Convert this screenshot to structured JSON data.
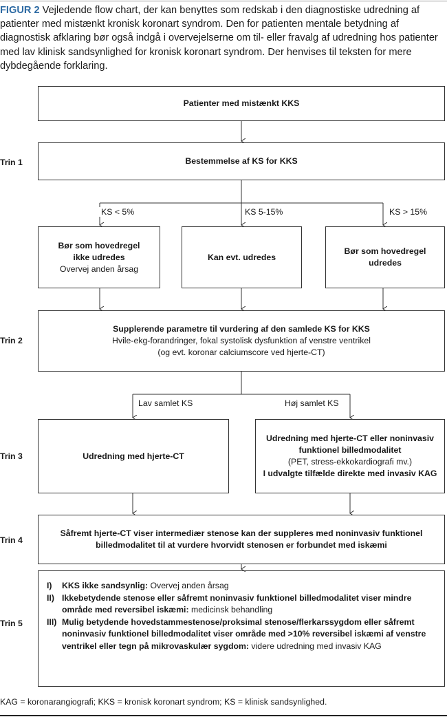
{
  "caption": {
    "figure_label": "FIGUR 2",
    "text": "Vejledende flow chart, der kan benyttes som redskab i den diagnostiske udredning af patienter med mistænkt kronisk koronart syndrom. Den for patienten mentale betydning af diagnostisk afklaring bør også indgå i overvejelserne om til- eller fravalg af udredning hos patienter med lav klinisk sandsynlighed for kronisk koronart syndrom. Der henvises til teksten for mere dybdegående forklaring."
  },
  "steps": {
    "trin1": "Trin 1",
    "trin2": "Trin 2",
    "trin3": "Trin 3",
    "trin4": "Trin 4",
    "trin5": "Trin 5"
  },
  "nodes": {
    "start": "Patienter med mistænkt KKS",
    "ks_determination": "Bestemmelse af KS for KKS",
    "low": {
      "line1": "Bør som hovedregel",
      "line2": "ikke udredes",
      "line3": "Overvej anden årsag"
    },
    "mid": "Kan evt. udredes",
    "high": {
      "line1": "Bør som hovedregel",
      "line2": "udredes"
    },
    "supplementary": {
      "title": "Supplerende parametre til vurdering af den samlede KS for KKS",
      "line2": "Hvile-ekg-forandringer, fokal systolisk dysfunktion af venstre ventrikel",
      "line3": "(og evt. koronar calciumscore ved hjerte-CT)"
    },
    "ct": "Udredning med hjerte-CT",
    "ct_or_func": {
      "line1": "Udredning med hjerte-CT eller noninvasiv",
      "line2": "funktionel billedmodalitet",
      "line3": "(PET, stress-ekkokardiografi mv.)",
      "line4": "I udvalgte tilfælde direkte med invasiv KAG"
    },
    "step4": {
      "line1": "Såfremt hjerte-CT viser intermediær stenose kan der suppleres med noninvasiv funktionel",
      "line2": "billedmodalitet til at vurdere hvorvidt stenosen er forbundet med iskæmi"
    },
    "step5": [
      {
        "num": "I)",
        "bold": "KKS ikke sandsynlig:",
        "normal": " Overvej anden årsag"
      },
      {
        "num": "II)",
        "bold": "Ikkebetydende stenose eller såfremt noninvasiv funktionel billedmodalitet viser mindre område med reversibel iskæmi:",
        "normal": " medicinsk behandling"
      },
      {
        "num": "III)",
        "bold": "Mulig betydende hovedstammestenose/proksimal stenose/flerkarssygdom eller såfremt noninvasiv funktionel billedmodalitet viser område med >10% reversibel iskæmi af venstre ventrikel eller tegn på mikrovaskulær sygdom:",
        "normal": " videre udredning med invasiv KAG"
      }
    ]
  },
  "edges": {
    "ks_low": "KS < 5%",
    "ks_mid": "KS 5-15%",
    "ks_high": "KS > 15%",
    "low_total": "Lav samlet KS",
    "high_total": "Høj samlet KS"
  },
  "footnote": "KAG = koronarangiografi; KKS = kronisk koronart syndrom; KS = klinisk sandsynlighed."
}
